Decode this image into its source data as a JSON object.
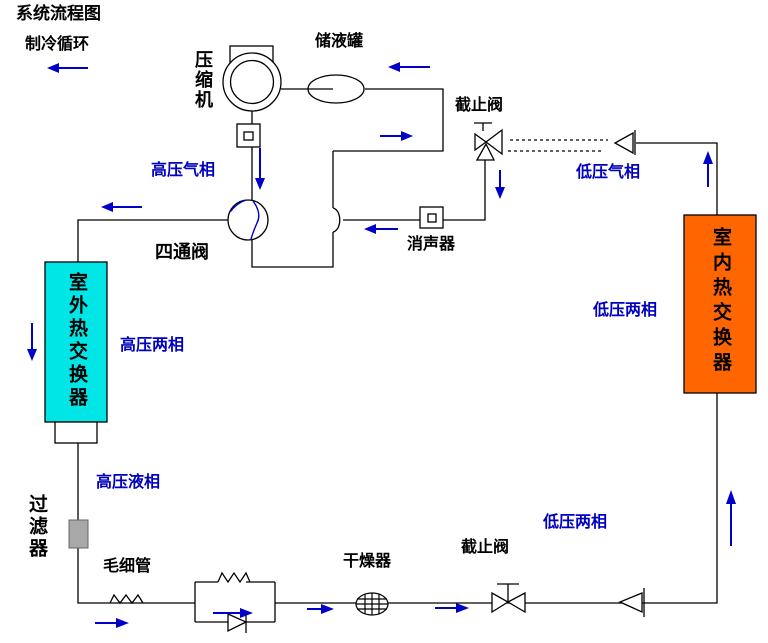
{
  "title": "系统流程图",
  "subtitle": "制冷循环",
  "components": {
    "compressor": "压缩机",
    "accumulator": "储液罐",
    "stop_valve_top": "截止阀",
    "four_way_valve": "四通阀",
    "muffler": "消声器",
    "outdoor_heat_exchanger": "室外热交换器",
    "filter": "过滤器",
    "capillary": "毛细管",
    "dryer": "干燥器",
    "stop_valve_bottom": "截止阀",
    "indoor_heat_exchanger": "室内热交换器"
  },
  "phase_labels": {
    "hp_gas": "高压气相",
    "hp_two_phase": "高压两相",
    "hp_liquid": "高压液相",
    "lp_gas": "低压气相",
    "lp_two_phase_right": "低压两相",
    "lp_two_phase_bottom": "低压两相"
  },
  "colors": {
    "line": "#000000",
    "flow_blue": "#0000C8",
    "label_blue": "#0000C0",
    "outdoor_fill": "#00E5E5",
    "indoor_fill": "#FF6600",
    "filter_fill": "#A8A8A8",
    "background": "#FFFFFF"
  }
}
